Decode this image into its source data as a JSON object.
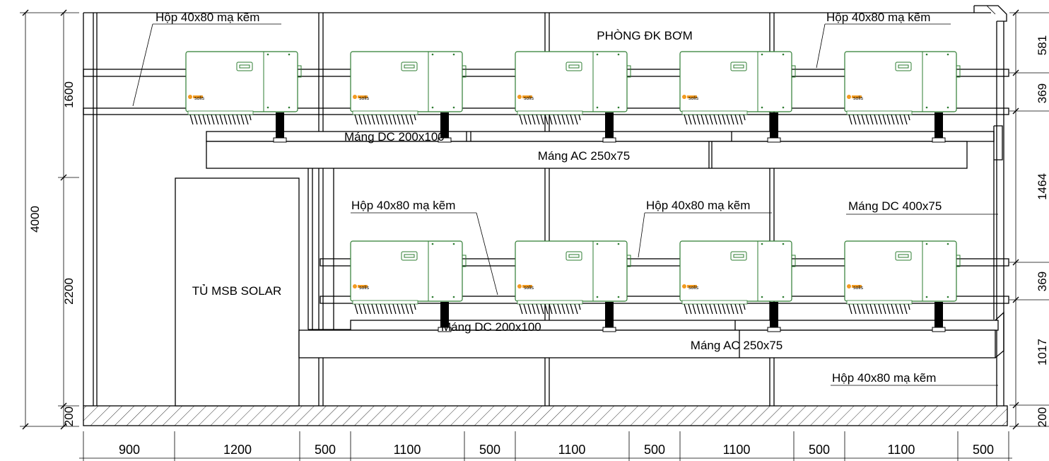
{
  "colors": {
    "line": "#000000",
    "inverter": "#2e7d32",
    "logo": "#f29a1f"
  },
  "room_label": "PHÒNG ĐK BƠM",
  "cabinet_label": "TỦ MSB SOLAR",
  "inverter_logo_text": "solis",
  "labels": {
    "box_top_left": "Hộp 40x80 mạ kẽm",
    "box_top_right": "Hộp 40x80 mạ kẽm",
    "tray_dc_top": "Máng DC 200x100",
    "tray_ac_top": "Máng AC 250x75",
    "box_mid_left": "Hộp 40x80 mạ kẽm",
    "box_mid_center": "Hộp 40x80 mạ kẽm",
    "tray_dc_400": "Máng DC 400x75",
    "tray_dc_bottom": "Máng DC 200x100",
    "tray_ac_bottom": "Máng AC 250x75",
    "box_bottom_right": "Hộp 40x80 mạ kẽm"
  },
  "dims_bottom": [
    "900",
    "1200",
    "500",
    "1100",
    "500",
    "1100",
    "500",
    "1100",
    "500",
    "1100",
    "500"
  ],
  "dims_left": {
    "total": "4000",
    "upper": "1600",
    "lower": "2200",
    "base": "200"
  },
  "dims_right": {
    "d1": "581",
    "d2": "369",
    "d3": "1464",
    "d4": "369",
    "d5": "1017",
    "d6": "200"
  }
}
